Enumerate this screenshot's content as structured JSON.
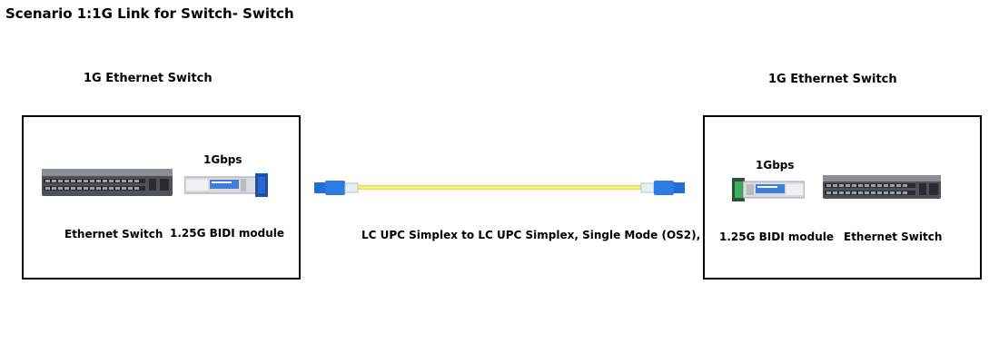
{
  "title": "Scenario 1:1G Link for Switch- Switch",
  "left": {
    "heading": "1G Ethernet Switch",
    "speed": "1Gbps",
    "switch_label": "Ethernet Switch",
    "module_label": "1.25G BIDI  module"
  },
  "right": {
    "heading": "1G Ethernet Switch",
    "speed": "1Gbps",
    "switch_label": "Ethernet Switch",
    "module_label": "1.25G BIDI  module"
  },
  "cable": {
    "label": "LC UPC Simplex to LC UPC Simplex, Single Mode (OS2),"
  },
  "colors": {
    "cable": "#f2e36b",
    "connector": "#1f6fd6",
    "switch_body": "#5a5d63"
  },
  "icons": {
    "switch": "ethernet-switch-icon",
    "module": "sfp-module-icon",
    "cable": "fiber-patch-cable-icon"
  }
}
